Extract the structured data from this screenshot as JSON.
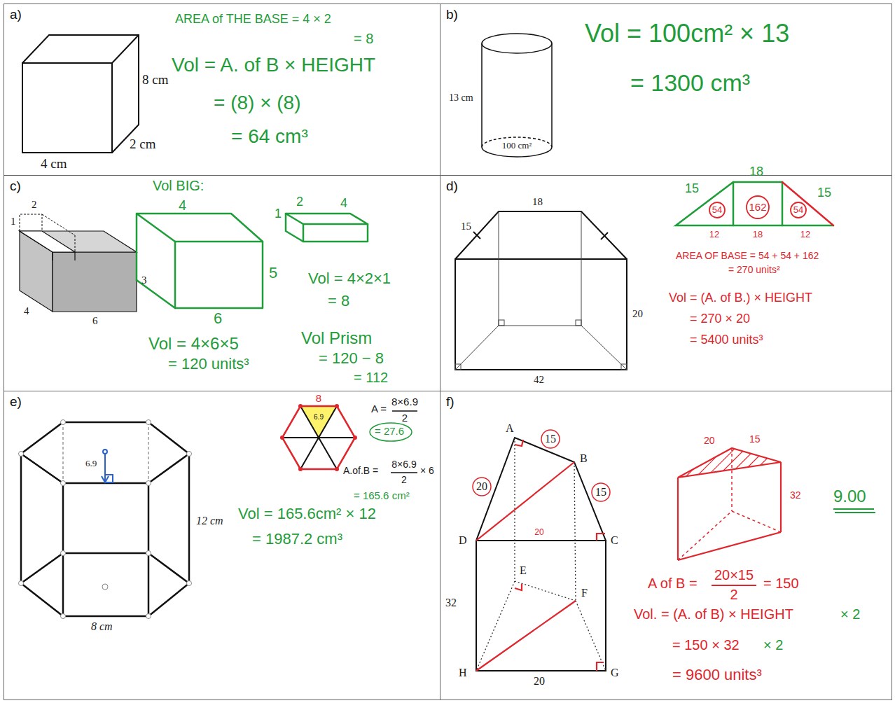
{
  "diagram": {
    "nodes": [
      {
        "text": [
          "a)"
        ]
      },
      {
        "text": [
          "b)"
        ]
      },
      {
        "text": [
          "c)"
        ]
      },
      {
        "text": [
          "d)"
        ]
      },
      {
        "text": [
          "e)"
        ]
      },
      {
        "text": [
          "f)"
        ]
      }
    ],
    "labels": [
      "8 cm",
      "2 cm",
      "4 cm",
      "AREA of THE BASE = 4 × 2",
      "= 8",
      "Vol = A. of B × HEIGHT",
      "= (8) × (8)",
      "= 64 cm³",
      "13 cm",
      "100 cm²",
      "Vol = 100cm² × 13",
      "= 1300 cm³",
      "2",
      "1",
      "3",
      "4",
      "6",
      "Vol BIG:",
      "4",
      "5",
      "6",
      "1",
      "2",
      "4",
      "Vol = 4×2×1",
      "= 8",
      "Vol = 4×6×5",
      "= 120 units³",
      "Vol Prism",
      "= 120 − 8",
      "= 112",
      "18",
      "15",
      "20",
      "42",
      "18",
      "15",
      "15",
      "54",
      "162",
      "54",
      "12",
      "18",
      "12",
      "AREA OF BASE = 54 + 54 + 162",
      "= 270 units²",
      "Vol = (A. of B.) × HEIGHT",
      "= 270 × 20",
      "= 5400 units³",
      "6.9",
      "12 cm",
      "8 cm",
      "8",
      "6.9",
      "A =",
      "8×6.9",
      "2",
      "= 27.6",
      "A.of.B =",
      "8×6.9",
      "2",
      "× 6",
      "= 165.6 cm²",
      "Vol = 165.6cm² × 12",
      "= 1987.2 cm³",
      "A",
      "B",
      "C",
      "D",
      "E",
      "F",
      "G",
      "H",
      "15",
      "20",
      "15",
      "20",
      "32",
      "20",
      "20",
      "15",
      "32",
      "9.00",
      "A of B =",
      "20×15",
      "2",
      "= 150",
      "Vol. = (A. of B) × HEIGHT",
      "× 2",
      "= 150 × 32",
      "× 2",
      "= 9600 units³"
    ]
  }
}
